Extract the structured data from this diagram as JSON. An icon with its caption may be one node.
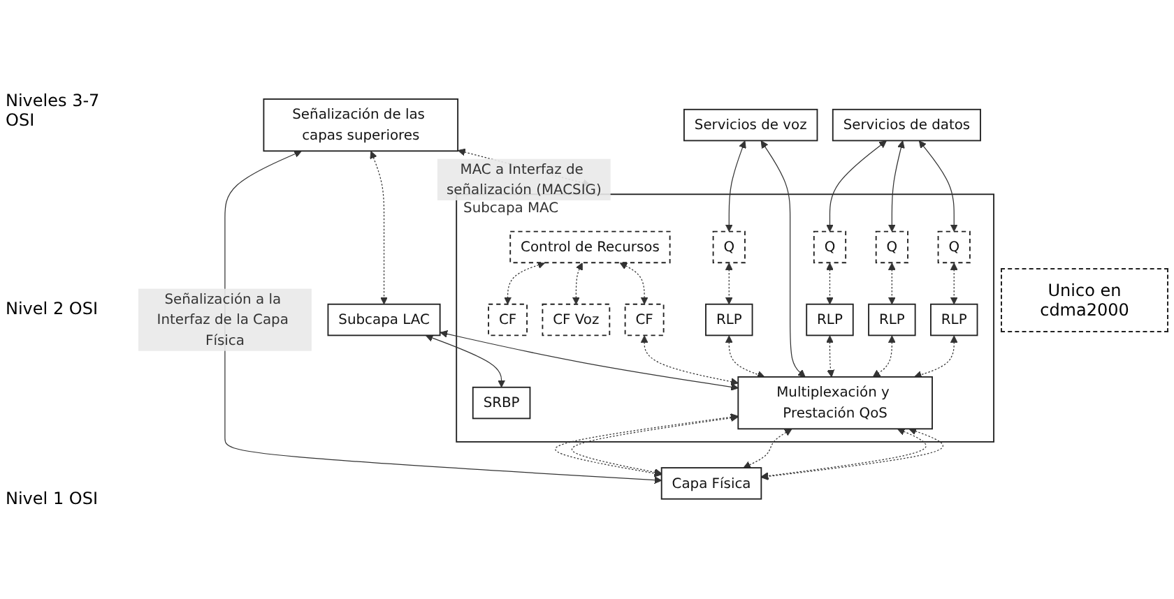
{
  "diagram": {
    "nodes": [
      {
        "text": [
          "Señalización de las capas superiores"
        ]
      },
      {
        "text": [
          "Servicios de datos"
        ]
      },
      {
        "text": [
          "Servicios de voz"
        ]
      },
      {
        "text": [
          "Subcapa LAC"
        ]
      },
      {
        "text": [
          "Subcapa MAC"
        ]
      },
      {
        "text": [
          "Control de Recursos"
        ],
        "in": 4
      },
      {
        "text": [
          "CF"
        ],
        "in": 4
      },
      {
        "text": [
          "CF Voz"
        ],
        "in": 4
      },
      {
        "text": [
          "SRBP"
        ],
        "in": 4
      },
      {
        "text": [
          "Q"
        ],
        "in": 4
      },
      {
        "text": [
          "Q"
        ],
        "in": 4
      },
      {
        "text": [
          "Q"
        ],
        "in": 4
      },
      {
        "text": [
          "Q"
        ],
        "in": 4
      },
      {
        "text": [
          "RLP"
        ],
        "in": 4
      },
      {
        "text": [
          "RLP"
        ],
        "in": 4
      },
      {
        "text": [
          "RLP"
        ],
        "in": 4
      },
      {
        "text": [
          "RLP"
        ],
        "in": 4
      },
      {
        "text": [
          "CF"
        ],
        "in": 4
      },
      {
        "text": [
          "Multiplexación y Prestación QoS"
        ],
        "in": 4
      },
      {
        "text": [
          "Capa Física"
        ]
      }
    ],
    "edges": [
      {
        "from": 0,
        "to": 19,
        "arrow": "both",
        "label": "Señalización a la Interfaz de la Capa Física"
      },
      {
        "from": 0,
        "to": 4,
        "arrow": "both",
        "style": "dashed",
        "label": "MAC a Interfaz de señalización (MACSIG)"
      },
      {
        "from": 0,
        "to": 3,
        "arrow": "both",
        "style": "dashed"
      },
      {
        "from": 3,
        "to": 8,
        "arrow": "both"
      },
      {
        "from": 3,
        "to": 18,
        "arrow": "both"
      },
      {
        "from": 1,
        "to": 9,
        "arrow": "both"
      },
      {
        "from": 1,
        "to": 10,
        "arrow": "both"
      },
      {
        "from": 1,
        "to": 11,
        "arrow": "both"
      },
      {
        "from": 2,
        "to": 12,
        "arrow": "both"
      },
      {
        "from": 2,
        "to": 18,
        "arrow": "both"
      },
      {
        "from": 5,
        "to": 6,
        "arrow": "both",
        "style": "dashed"
      },
      {
        "from": 5,
        "to": 7,
        "arrow": "both",
        "style": "dashed"
      },
      {
        "from": 5,
        "to": 17,
        "arrow": "both",
        "style": "dashed"
      },
      {
        "from": 9,
        "to": 13,
        "arrow": "both",
        "style": "dashed"
      },
      {
        "from": 10,
        "to": 14,
        "arrow": "both",
        "style": "dashed"
      },
      {
        "from": 11,
        "to": 15,
        "arrow": "both",
        "style": "dashed"
      },
      {
        "from": 12,
        "to": 16,
        "arrow": "both",
        "style": "dashed"
      },
      {
        "from": 13,
        "to": 18,
        "arrow": "both",
        "style": "dashed"
      },
      {
        "from": 14,
        "to": 18,
        "arrow": "both",
        "style": "dashed"
      },
      {
        "from": 15,
        "to": 18,
        "arrow": "both",
        "style": "dashed"
      },
      {
        "from": 16,
        "to": 18,
        "arrow": "both",
        "style": "dashed"
      },
      {
        "from": 17,
        "to": 18,
        "arrow": "both",
        "style": "dashed"
      },
      {
        "from": 18,
        "to": 19,
        "arrow": "both",
        "style": "dashed"
      },
      {
        "from": 18,
        "to": 19,
        "arrow": "both",
        "style": "dashed"
      },
      {
        "from": 18,
        "to": 19,
        "arrow": "both",
        "style": "dashed"
      },
      {
        "from": 18,
        "to": 19,
        "arrow": "both",
        "style": "dashed"
      },
      {
        "from": 18,
        "to": 19,
        "arrow": "both",
        "style": "dashed"
      }
    ],
    "labels": [
      "Niveles 3-7 OSI",
      "Nivel 2 OSI",
      "Nivel 1 OSI"
    ],
    "legend": [
      {
        "text": "Unico en cdma2000"
      }
    ]
  }
}
